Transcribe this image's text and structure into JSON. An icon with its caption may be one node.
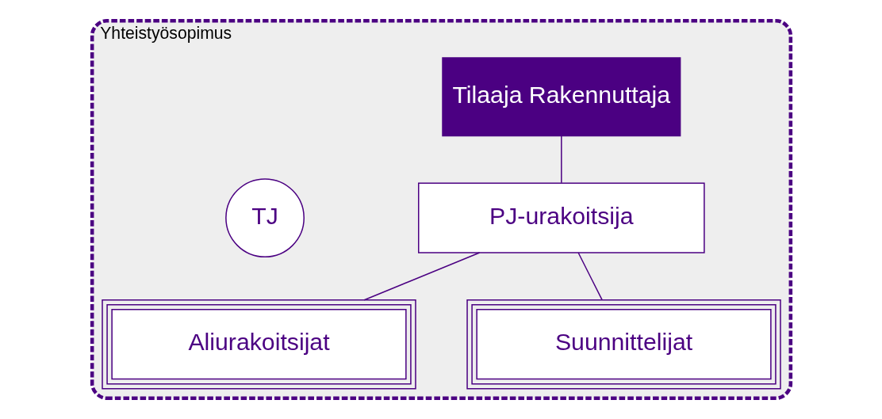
{
  "diagram": {
    "nodes": [
      {
        "text": [
          "Yhteistyösopimus"
        ]
      },
      {
        "text": [
          "Tilaaja Rakennuttaja"
        ],
        "in": 0
      },
      {
        "text": [
          "TJ"
        ],
        "in": 0
      },
      {
        "text": [
          "PJ-urakoitsija"
        ],
        "in": 0
      },
      {
        "text": [
          "Aliurakoitsijat"
        ],
        "in": 0
      },
      {
        "text": [
          "Suunnittelijat"
        ],
        "in": 0
      }
    ],
    "edges": [
      {
        "from": 1,
        "to": 3,
        "arrow": "none"
      },
      {
        "from": 3,
        "to": 4,
        "arrow": "none"
      },
      {
        "from": 3,
        "to": 5,
        "arrow": "none"
      }
    ]
  }
}
